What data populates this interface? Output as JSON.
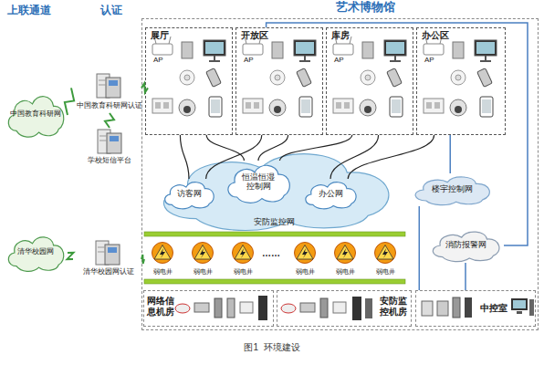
{
  "diagram": {
    "caption": "图1  环境建设",
    "nodes": [
      {
        "text": [
          "中国教育科研网"
        ]
      },
      {
        "text": [
          "中国教育科研网认证"
        ]
      },
      {
        "text": [
          "学校短信平台"
        ]
      },
      {
        "text": [
          "清华校园网"
        ]
      },
      {
        "text": [
          "清华校园网认证"
        ]
      },
      {
        "text": [
          "艺术博物馆"
        ]
      },
      {
        "text": [
          "展厅"
        ],
        "in": 5
      },
      {
        "text": [
          "开放区"
        ],
        "in": 5
      },
      {
        "text": [
          "库房"
        ],
        "in": 5
      },
      {
        "text": [
          "办公区"
        ],
        "in": 5
      },
      {
        "text": [
          "安防监控网"
        ],
        "in": 5
      },
      {
        "text": [
          "访客网"
        ],
        "in": 10
      },
      {
        "text": [
          "恒温恒湿控制网"
        ],
        "in": 10
      },
      {
        "text": [
          "办公网"
        ],
        "in": 10
      },
      {
        "text": [
          "楼宇控制网"
        ],
        "in": 5
      },
      {
        "text": [
          "消防报警网"
        ],
        "in": 5
      },
      {
        "text": [
          "弱电井"
        ],
        "in": 5
      },
      {
        "text": [
          "弱电井"
        ],
        "in": 5
      },
      {
        "text": [
          "弱电井"
        ],
        "in": 5
      },
      {
        "text": [
          "弱电井"
        ],
        "in": 5
      },
      {
        "text": [
          "弱电井"
        ],
        "in": 5
      },
      {
        "text": [
          "弱电井"
        ],
        "in": 5
      },
      {
        "text": [
          "网络信息机房"
        ],
        "in": 5
      },
      {
        "text": [
          "安防监控机房"
        ],
        "in": 5
      },
      {
        "text": [
          "中控室"
        ],
        "in": 5
      }
    ],
    "edges": [
      {
        "from": 0,
        "to": 1,
        "arrow": "none"
      },
      {
        "from": 1,
        "to": 2,
        "arrow": "none"
      },
      {
        "from": 1,
        "to": 5,
        "arrow": "none"
      },
      {
        "from": 3,
        "to": 4,
        "arrow": "none"
      },
      {
        "from": 4,
        "to": 5,
        "arrow": "none"
      },
      {
        "from": 6,
        "to": 11,
        "arrow": "none"
      },
      {
        "from": 6,
        "to": 12,
        "arrow": "none"
      },
      {
        "from": 7,
        "to": 11,
        "arrow": "none"
      },
      {
        "from": 7,
        "to": 12,
        "arrow": "none"
      },
      {
        "from": 8,
        "to": 12,
        "arrow": "none"
      },
      {
        "from": 8,
        "to": 13,
        "arrow": "none"
      },
      {
        "from": 9,
        "to": 13,
        "arrow": "none"
      },
      {
        "from": 9,
        "to": 14,
        "arrow": "none"
      },
      {
        "from": 7,
        "to": 15,
        "arrow": "none"
      },
      {
        "from": 14,
        "to": 24,
        "arrow": "none"
      },
      {
        "from": 15,
        "to": 24,
        "arrow": "none"
      }
    ],
    "labels": [
      "上联通道",
      "认证",
      "AP",
      "AP",
      "AP",
      "AP",
      "……"
    ]
  }
}
